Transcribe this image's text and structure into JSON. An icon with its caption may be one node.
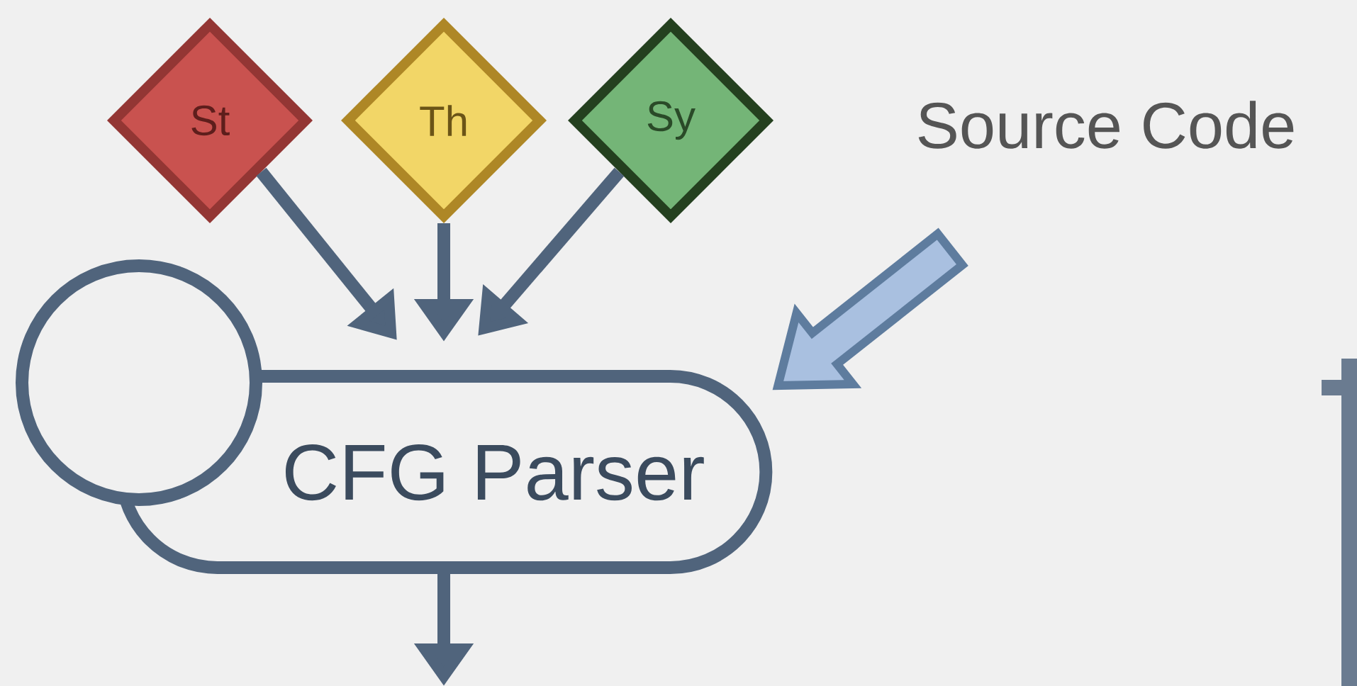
{
  "diagram": {
    "nodes": [
      {
        "text": [
          "St"
        ]
      },
      {
        "text": [
          "Th"
        ]
      },
      {
        "text": [
          "Sy"
        ]
      },
      {
        "text": [
          "Source Code"
        ]
      },
      {
        "text": [],
        "shape": "circle"
      },
      {
        "text": [
          "CFG Parser"
        ]
      }
    ],
    "edges": [
      {
        "from": 0,
        "to": 5,
        "arrow": "to"
      },
      {
        "from": 1,
        "to": 5,
        "arrow": "to"
      },
      {
        "from": 2,
        "to": 5,
        "arrow": "to"
      },
      {
        "from": 3,
        "to": 5,
        "arrow": "to",
        "style": "thick",
        "color": "#a9c0e0"
      },
      {
        "from": 5,
        "to": null,
        "arrow": "to"
      }
    ]
  }
}
